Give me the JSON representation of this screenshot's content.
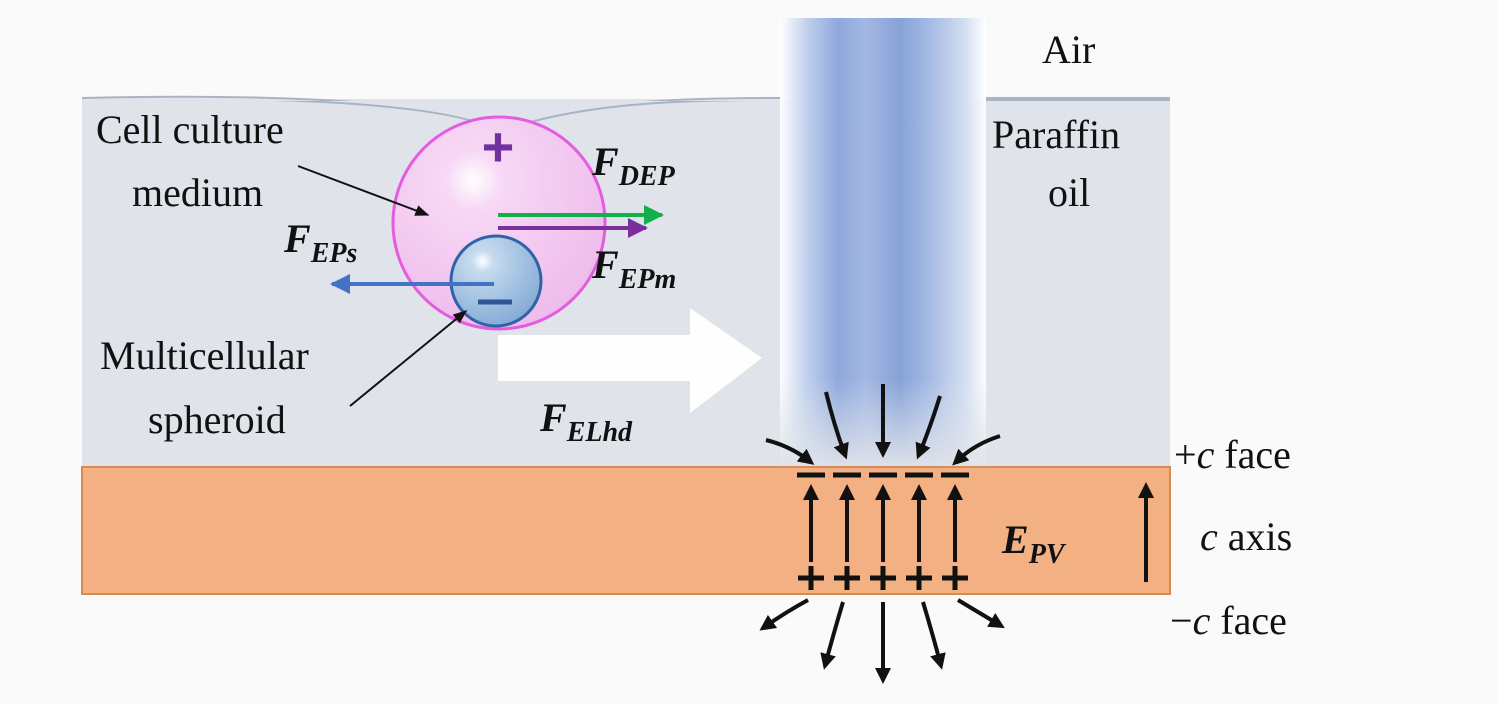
{
  "labels": {
    "air": "Air",
    "paraffin_line1": "Paraffin",
    "paraffin_line2": "oil",
    "medium_line1": "Cell culture",
    "medium_line2": "medium",
    "spheroid_line1": "Multicellular",
    "spheroid_line2": "spheroid",
    "plus_c_sign": "+",
    "plus_c_letter": "c",
    "plus_c_word": " face",
    "c_axis_letter": "c",
    "c_axis_word": " axis",
    "minus_c_sign": "−",
    "minus_c_letter": "c",
    "minus_c_word": " face"
  },
  "forces": {
    "dep": {
      "main": "F",
      "sub": "DEP"
    },
    "epm": {
      "main": "F",
      "sub": "EPm"
    },
    "eps": {
      "main": "F",
      "sub": "EPs"
    },
    "elhd": {
      "main": "F",
      "sub": "ELhd"
    },
    "epv": {
      "main": "E",
      "sub": "PV"
    }
  },
  "charges": {
    "droplet": "+",
    "spheroid": "−"
  },
  "colors": {
    "background": "#fafafa",
    "oil": "#e0e4ea",
    "crystal": "#f3b183",
    "crystal_border": "#d98a52",
    "beam": "#8fa8d8",
    "droplet": "#f2c6f0",
    "droplet_border": "#e45ce0",
    "spheroid": "#8fb4d8",
    "spheroid_border": "#2f63a6",
    "arrow_dep": "#12b04a",
    "arrow_epm": "#7b2f9c",
    "arrow_eps": "#4472c4",
    "charge_plus": "#7030a0",
    "charge_minus": "#2f5597"
  }
}
